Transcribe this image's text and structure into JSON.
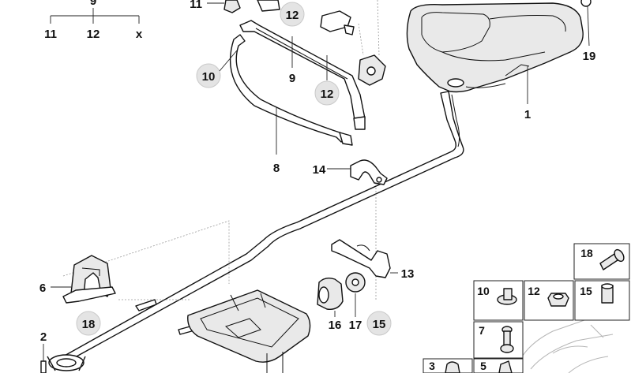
{
  "legend": {
    "top": "9",
    "children": [
      "11",
      "12",
      "x"
    ]
  },
  "callouts": {
    "c11_top": "11",
    "c12_a": "12",
    "c10": "10",
    "c9": "9",
    "c12_b": "12",
    "c8": "8",
    "c14": "14",
    "c1": "1",
    "c19": "19",
    "c13": "13",
    "c6": "6",
    "c18_left": "18",
    "c2": "2",
    "c16": "16",
    "c17": "17",
    "c15": "15"
  },
  "parts_grid": {
    "p18": "18",
    "p10": "10",
    "p12": "12",
    "p15": "15",
    "p7": "7",
    "p3": "3",
    "p5": "5"
  }
}
